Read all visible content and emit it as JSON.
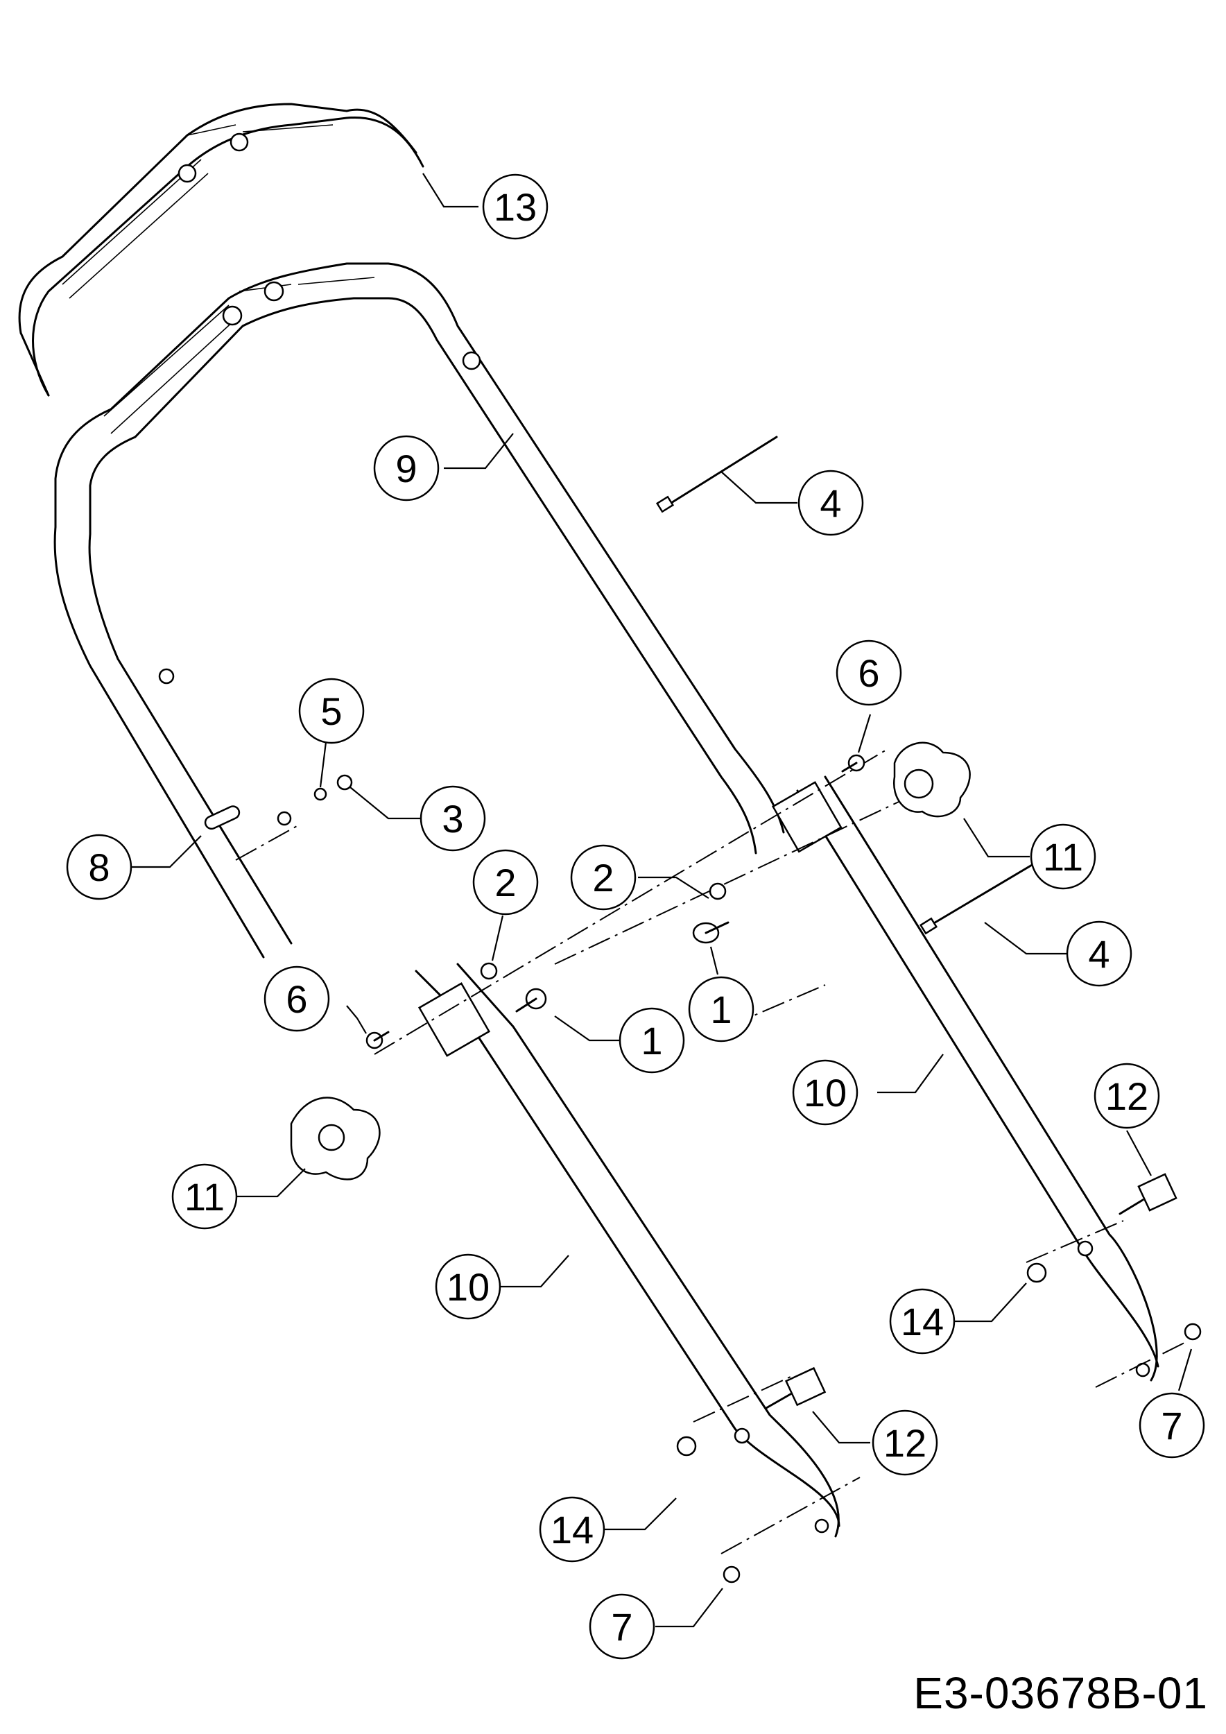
{
  "drawing_number": "E3-03678B-01",
  "callouts": [
    {
      "id": "c13",
      "label": "13",
      "part": "upper-grip"
    },
    {
      "id": "c9",
      "label": "9",
      "part": "upper-handle"
    },
    {
      "id": "c4a",
      "label": "4",
      "part": "cable-tie"
    },
    {
      "id": "c4b",
      "label": "4",
      "part": "cable-tie"
    },
    {
      "id": "c5",
      "label": "5",
      "part": "washer"
    },
    {
      "id": "c3",
      "label": "3",
      "part": "nut"
    },
    {
      "id": "c8",
      "label": "8",
      "part": "cable-clip"
    },
    {
      "id": "c6a",
      "label": "6",
      "part": "carriage-bolt"
    },
    {
      "id": "c6b",
      "label": "6",
      "part": "carriage-bolt"
    },
    {
      "id": "c2a",
      "label": "2",
      "part": "nut"
    },
    {
      "id": "c2b",
      "label": "2",
      "part": "nut"
    },
    {
      "id": "c1a",
      "label": "1",
      "part": "pin"
    },
    {
      "id": "c1b",
      "label": "1",
      "part": "pin"
    },
    {
      "id": "c11a",
      "label": "11",
      "part": "star-knob"
    },
    {
      "id": "c11b",
      "label": "11",
      "part": "star-knob"
    },
    {
      "id": "c10a",
      "label": "10",
      "part": "lower-handle"
    },
    {
      "id": "c10b",
      "label": "10",
      "part": "lower-handle"
    },
    {
      "id": "c12a",
      "label": "12",
      "part": "wing-screw"
    },
    {
      "id": "c12b",
      "label": "12",
      "part": "wing-screw"
    },
    {
      "id": "c14a",
      "label": "14",
      "part": "spacer-washer"
    },
    {
      "id": "c14b",
      "label": "14",
      "part": "spacer-washer"
    },
    {
      "id": "c7a",
      "label": "7",
      "part": "shoulder-screw"
    },
    {
      "id": "c7b",
      "label": "7",
      "part": "shoulder-screw"
    }
  ]
}
